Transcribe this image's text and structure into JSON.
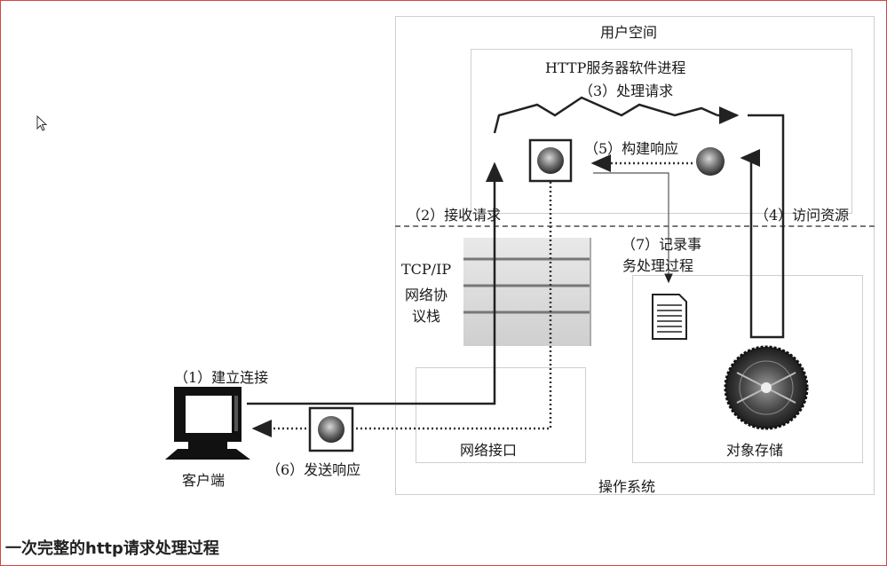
{
  "diagram": {
    "user_space": "用户空间",
    "server_process": "HTTP服务器软件进程",
    "step3": "（3）处理请求",
    "step5": "（5）构建响应",
    "step2": "（2）接收请求",
    "step4": "（4）访问资源",
    "step7_line1": "（7）记录事",
    "step7_line2": "务处理过程",
    "tcpip_line1": "TCP/IP",
    "tcpip_line2": "网络协",
    "tcpip_line3": "议栈",
    "step1": "（1）建立连接",
    "client": "客户端",
    "step6": "（6）发送响应",
    "network_interface": "网络接口",
    "object_storage": "对象存储",
    "operating_system": "操作系统"
  },
  "caption": "一次完整的http请求处理过程"
}
